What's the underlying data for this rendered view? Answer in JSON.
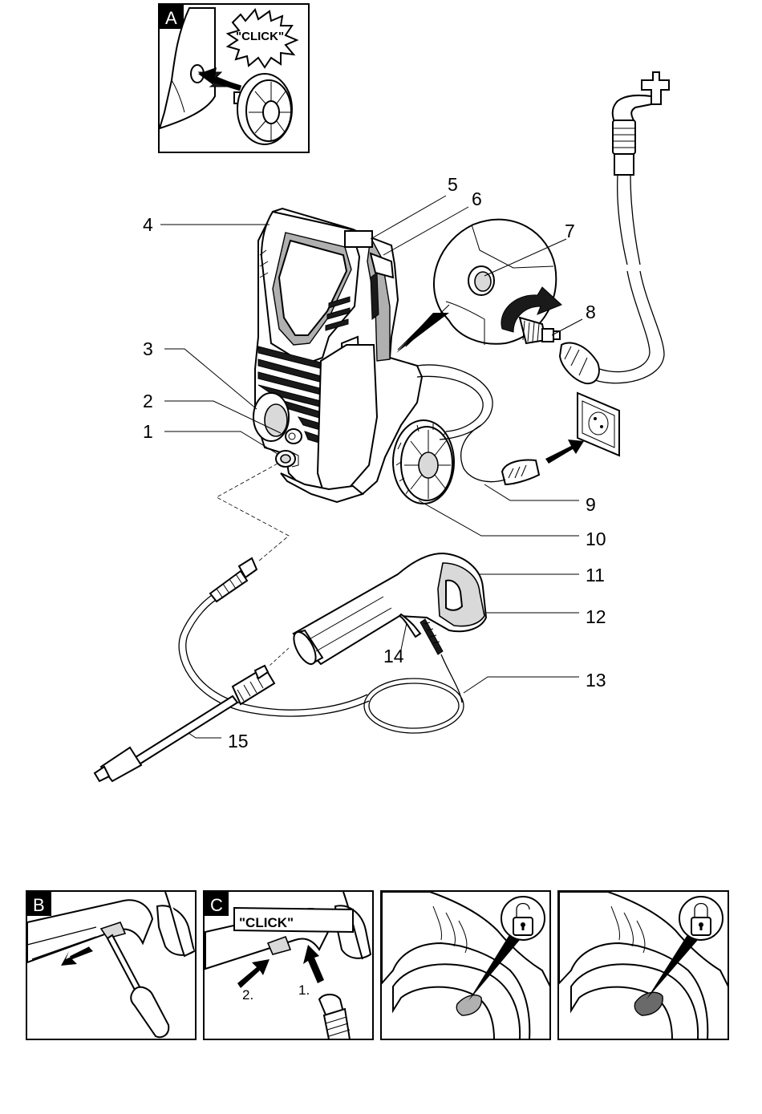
{
  "panels": {
    "A": {
      "tag": "A",
      "sound": "\"CLICK\""
    },
    "B": {
      "tag": "B"
    },
    "C": {
      "tag": "C",
      "sound": "\"CLICK\"",
      "step1": "1.",
      "step2": "2."
    },
    "unlock": {
      "icon": "unlock-icon"
    },
    "lock": {
      "icon": "lock-icon"
    }
  },
  "callouts": {
    "c1": "1",
    "c2": "2",
    "c3": "3",
    "c4": "4",
    "c5": "5",
    "c6": "6",
    "c7": "7",
    "c8": "8",
    "c9": "9",
    "c10": "10",
    "c11": "11",
    "c12": "12",
    "c13": "13",
    "c14": "14",
    "c15": "15"
  },
  "colors": {
    "line": "#000000",
    "fill_light": "#d9d9d9",
    "fill_mid": "#b0b0b0",
    "background": "#ffffff"
  }
}
